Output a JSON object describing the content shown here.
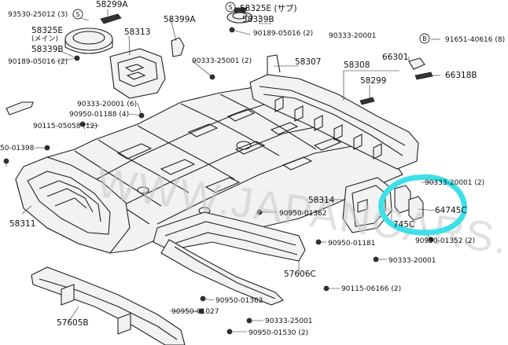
{
  "labels": {
    "p93530": "93530-25012 (3)",
    "p58299a": "58299A",
    "p58325e_sub": "58325E (サブ)",
    "p58325e_main": "58325E",
    "main_note": "(メイン)",
    "p58339b_top": "58339B",
    "p58399a": "58399A",
    "p58313": "58313",
    "p90189a": "90189-05016 (2)",
    "p90333a": "90333-20001",
    "p91651": "91651-40616 (8)",
    "p58339b_left": "58339B",
    "p90189b": "90189-05016 (2)",
    "p90333b": "90333-25001 (2)",
    "p58307": "58307",
    "p58308": "58308",
    "p66301": "66301",
    "p66318b": "66318B",
    "p58299": "58299",
    "p90333c": "90333-20001 (6)",
    "p90950a": "90950-01188 (4)",
    "p90115a": "90115-05058 (12)",
    "p50_01398": "50-01398",
    "p58311": "58311",
    "p58314": "58314",
    "p90333d": "90333-20001 (2)",
    "p90950b": "90950-01362",
    "p6474c": "64745C",
    "p745c": "745C",
    "p90950c": "90950-01352 (2)",
    "p90950d": "90950-01181",
    "p90333e": "90333-20001",
    "p57606c": "57606C",
    "p90115b": "90115-06166 (2)",
    "p90950e": "90950-01362",
    "p90950f": "90950-01027",
    "p90333f": "90333-25001",
    "p57605b": "57605B",
    "p90950g": "90950-01530 (2)"
  },
  "markers": {
    "s": "S",
    "b": "B"
  },
  "watermark": "WWW.JAPANCARS.RU",
  "highlight_color": "#3ee0e8"
}
